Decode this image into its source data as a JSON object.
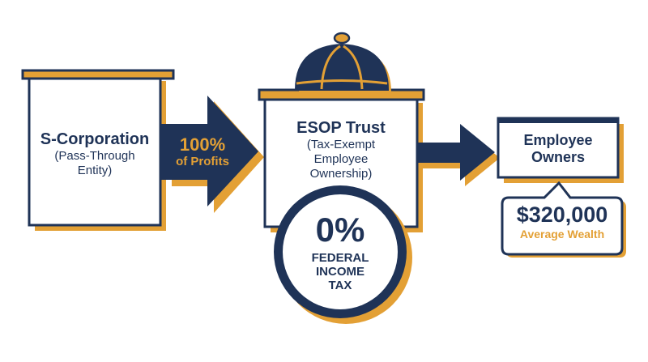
{
  "colors": {
    "navy": "#1f3357",
    "gold": "#e3a035",
    "white": "#ffffff"
  },
  "s_corp": {
    "title": "S-Corporation",
    "subtitle_line1": "(Pass-Through",
    "subtitle_line2": "Entity)"
  },
  "arrow_profits": {
    "line1": "100%",
    "line2": "of Profits"
  },
  "esop": {
    "title": "ESOP Trust",
    "subtitle_line1": "(Tax-Exempt",
    "subtitle_line2": "Employee",
    "subtitle_line3": "Ownership)"
  },
  "tax_badge": {
    "rate": "0%",
    "line1": "FEDERAL",
    "line2": "INCOME",
    "line3": "TAX"
  },
  "employees": {
    "title_line1": "Employee",
    "title_line2": "Owners"
  },
  "wealth": {
    "amount": "$320,000",
    "label": "Average Wealth"
  },
  "icons": [
    "dome-cap-icon",
    "right-arrow-icon"
  ]
}
